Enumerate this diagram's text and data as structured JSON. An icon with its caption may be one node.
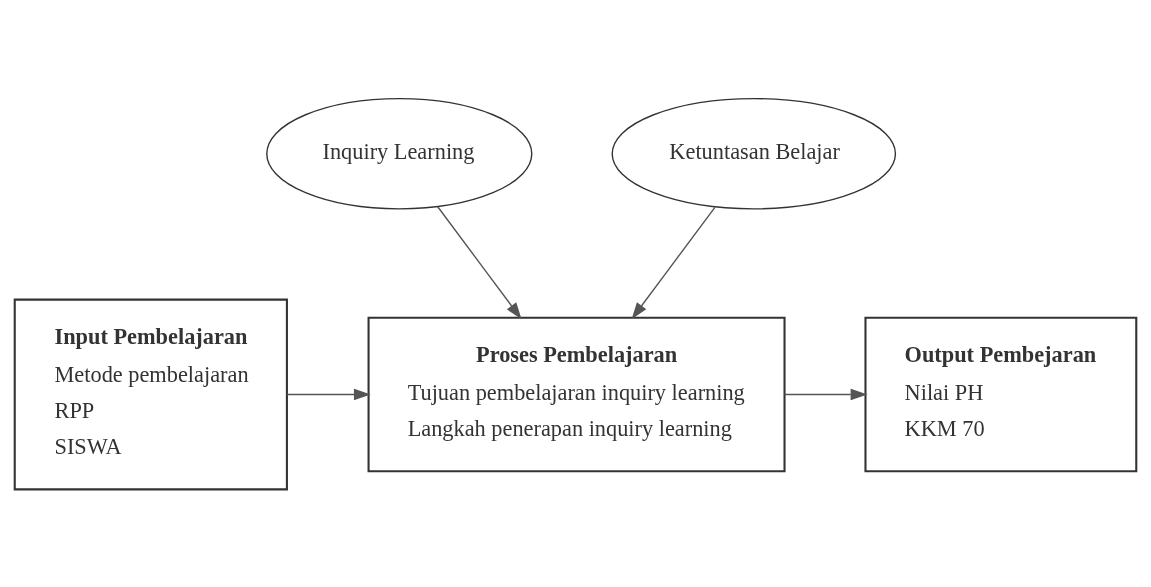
{
  "diagram": {
    "nodes": [
      {
        "text": [
          "Inquiry Learning"
        ]
      },
      {
        "text": [
          "Ketuntasan Belajar"
        ]
      },
      {
        "text": [
          "Input Pembelajaran",
          "Metode pembelajaran",
          "RPP",
          "SISWA"
        ]
      },
      {
        "text": [
          "Proses Pembelajaran",
          "Tujuan pembelajaran inquiry learning",
          "Langkah penerapan inquiry learning"
        ]
      },
      {
        "text": [
          "Output Pembejaran",
          "Nilai PH",
          "KKM 70"
        ]
      }
    ],
    "edges": [
      {
        "from": 0,
        "to": 3,
        "arrow": "to"
      },
      {
        "from": 1,
        "to": 3,
        "arrow": "to"
      },
      {
        "from": 2,
        "to": 3,
        "arrow": "to"
      },
      {
        "from": 3,
        "to": 4,
        "arrow": "to"
      }
    ]
  }
}
